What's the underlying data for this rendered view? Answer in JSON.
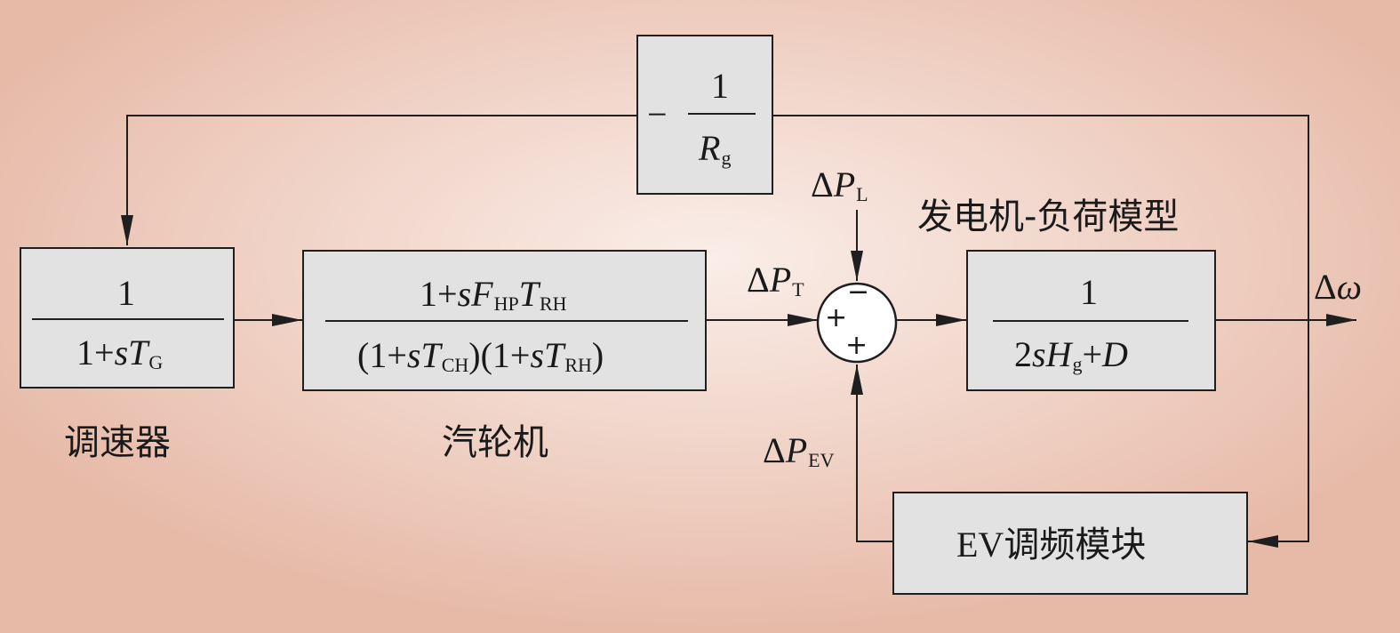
{
  "feedback_block": {
    "minus": "−",
    "num": "1",
    "den_sym": "R",
    "den_sub": "g"
  },
  "governor": {
    "num": "1",
    "den_pre": "1+",
    "den_s": "s",
    "den_T": "T",
    "den_sub": "G",
    "label": "调速器"
  },
  "turbine": {
    "num_pre": "1+",
    "num_s": "s",
    "num_F": "F",
    "num_F_sub": "HP",
    "num_T": "T",
    "num_T_sub": "RH",
    "den_a": "(1+",
    "den_s1": "s",
    "den_T1": "T",
    "den_T1_sub": "CH",
    "den_b": ")(1+",
    "den_s2": "s",
    "den_T2": "T",
    "den_T2_sub": "RH",
    "den_c": ")",
    "label": "汽轮机"
  },
  "summing": {
    "top_sign": "−",
    "left_sign": "+",
    "bottom_sign": "+"
  },
  "generator": {
    "num": "1",
    "den_pre": "2",
    "den_s": "s",
    "den_H": "H",
    "den_H_sub": "g",
    "den_plus": "+",
    "den_D": "D",
    "label": "发电机-负荷模型"
  },
  "ev_block": {
    "label": "EV调频模块"
  },
  "signals": {
    "pl": {
      "delta": "Δ",
      "sym": "P",
      "sub": "L"
    },
    "pt": {
      "delta": "Δ",
      "sym": "P",
      "sub": "T"
    },
    "pev": {
      "delta": "Δ",
      "sym": "P",
      "sub": "EV"
    },
    "omega": {
      "delta": "Δ",
      "sym": "ω"
    }
  }
}
